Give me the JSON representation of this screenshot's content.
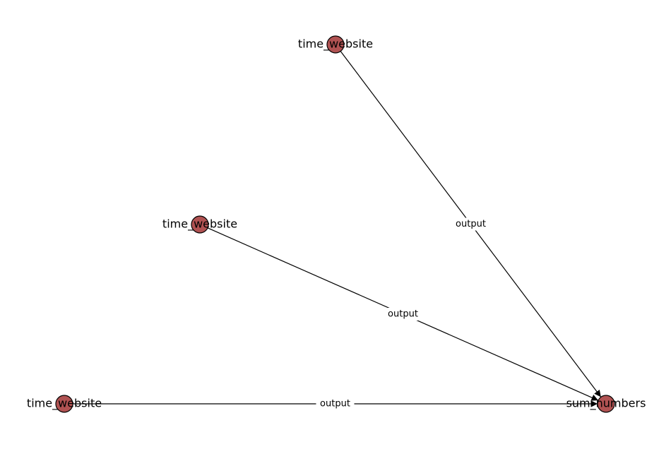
{
  "colors": {
    "node_fill": "#b05252",
    "node_stroke": "#000000",
    "edge": "#000000",
    "background": "#ffffff"
  },
  "nodes": [
    {
      "id": "n1",
      "label": "time_website"
    },
    {
      "id": "n2",
      "label": "time_website"
    },
    {
      "id": "n3",
      "label": "time_website"
    },
    {
      "id": "n4",
      "label": "sum_numbers"
    }
  ],
  "edges": [
    {
      "from": "n1",
      "to": "n4",
      "label": "output"
    },
    {
      "from": "n2",
      "to": "n4",
      "label": "output"
    },
    {
      "from": "n3",
      "to": "n4",
      "label": "output"
    }
  ]
}
